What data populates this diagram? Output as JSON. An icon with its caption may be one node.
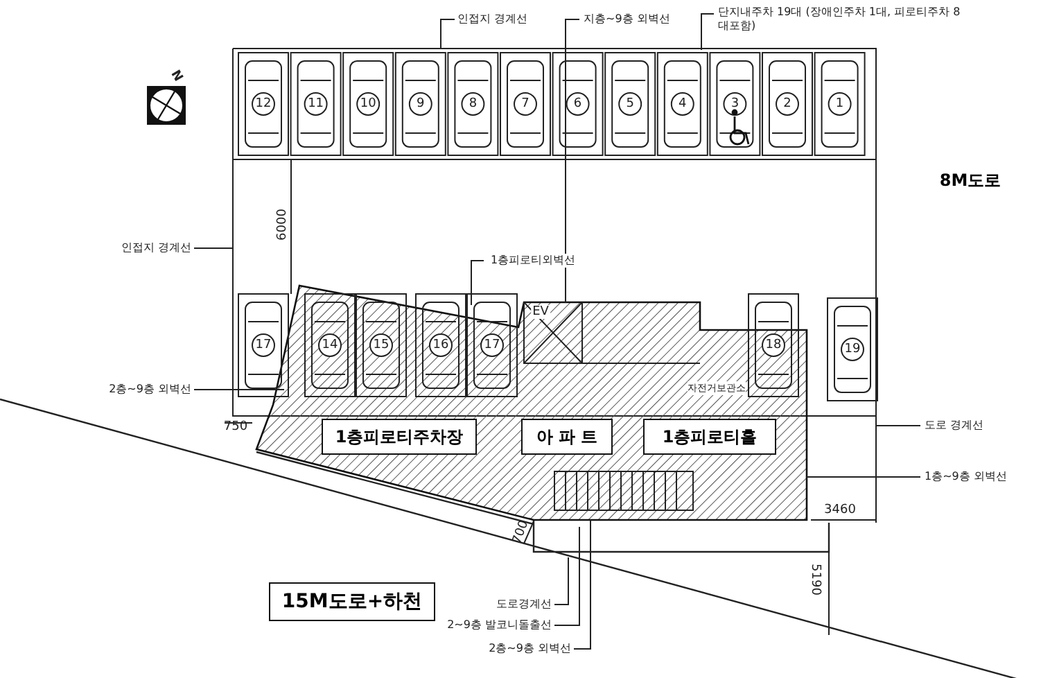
{
  "diagram": {
    "nodes": [
      {
        "text": [
          "인접지 경계선"
        ]
      },
      {
        "text": [
          "지층~9층 외벽선"
        ]
      },
      {
        "text": [
          "단지내주차 19대 (장애인주차 1대, 피로티주차 8대포함)"
        ]
      },
      {
        "text": [
          "인접지 경계선"
        ]
      },
      {
        "text": [
          "1층피로티외벽선"
        ]
      },
      {
        "text": [
          "2층~9층 외벽선"
        ]
      },
      {
        "text": [
          "도로 경계선"
        ]
      },
      {
        "text": [
          "1층~9층 외벽선"
        ]
      },
      {
        "text": [
          "도로경계선"
        ]
      },
      {
        "text": [
          "2~9층 발코니돌출선"
        ]
      },
      {
        "text": [
          "2층~9층 외벽선"
        ]
      },
      {
        "text": [
          "8M도로"
        ]
      },
      {
        "text": [
          "1층피로티주차장"
        ]
      },
      {
        "text": [
          "아 파 트"
        ]
      },
      {
        "text": [
          "1층피로티홀"
        ]
      },
      {
        "text": [
          "15M도로+하천"
        ]
      }
    ],
    "edges": [
      {
        "from": 0,
        "to": null,
        "arrow": "none"
      },
      {
        "from": 1,
        "to": null,
        "arrow": "none"
      },
      {
        "from": 2,
        "to": null,
        "arrow": "none"
      },
      {
        "from": 3,
        "to": null,
        "arrow": "none"
      },
      {
        "from": 4,
        "to": null,
        "arrow": "none"
      },
      {
        "from": 5,
        "to": null,
        "arrow": "none"
      },
      {
        "from": 6,
        "to": null,
        "arrow": "none"
      },
      {
        "from": 7,
        "to": null,
        "arrow": "none"
      },
      {
        "from": 8,
        "to": null,
        "arrow": "none"
      },
      {
        "from": 9,
        "to": null,
        "arrow": "none"
      },
      {
        "from": 10,
        "to": null,
        "arrow": "none"
      }
    ],
    "labels": [
      "N",
      "12",
      "11",
      "10",
      "9",
      "8",
      "7",
      "6",
      "5",
      "4",
      "3",
      "2",
      "1",
      "6000",
      "EV",
      "17",
      "14",
      "15",
      "16",
      "17",
      "18",
      "자전거보관소",
      "19",
      "750",
      "700",
      "3460",
      "5190"
    ]
  }
}
